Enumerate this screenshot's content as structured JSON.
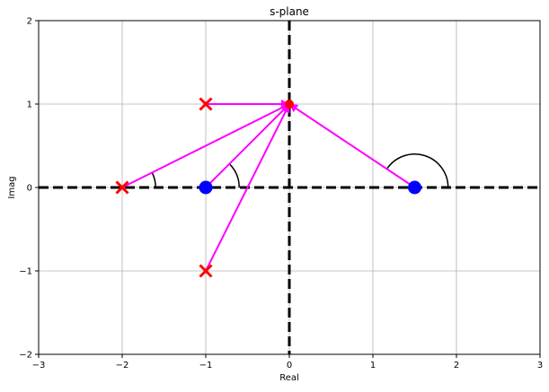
{
  "chart_data": {
    "type": "scatter",
    "title": "s-plane",
    "xlabel": "Real",
    "ylabel": "Imag",
    "xlim": [
      -3,
      3
    ],
    "ylim": [
      -2,
      2
    ],
    "xticks": [
      -3,
      -2,
      -1,
      0,
      1,
      2,
      3
    ],
    "yticks": [
      -2,
      -1,
      0,
      1,
      2
    ],
    "grid": true,
    "axes_lines": {
      "style": "dashed",
      "color": "#000000"
    },
    "poles": {
      "marker": "x",
      "color": "#ff0000",
      "points": [
        {
          "x": -2,
          "y": 0
        },
        {
          "x": -1,
          "y": 1
        },
        {
          "x": -1,
          "y": -1
        }
      ]
    },
    "zeros": {
      "marker": "circle",
      "color": "#0000ff",
      "points": [
        {
          "x": -1,
          "y": 0
        },
        {
          "x": 1.5,
          "y": 0
        }
      ]
    },
    "test_point": {
      "x": 0,
      "y": 1,
      "color": "#ff0000"
    },
    "vectors": {
      "color": "#ff00ff",
      "to": {
        "x": 0,
        "y": 1
      },
      "from": [
        {
          "x": -2,
          "y": 0
        },
        {
          "x": -1,
          "y": 1
        },
        {
          "x": -1,
          "y": -1
        },
        {
          "x": -1,
          "y": 0
        },
        {
          "x": 1.5,
          "y": 0
        }
      ]
    },
    "angle_arcs": {
      "color": "#000000",
      "arcs": [
        {
          "cx": -2,
          "cy": 0,
          "radius": 0.4,
          "angle_deg": 26.57
        },
        {
          "cx": -1,
          "cy": 0,
          "radius": 0.4,
          "angle_deg": 45
        },
        {
          "cx": 1.5,
          "cy": 0,
          "radius": 0.4,
          "angle_deg": 146.31
        }
      ]
    }
  }
}
